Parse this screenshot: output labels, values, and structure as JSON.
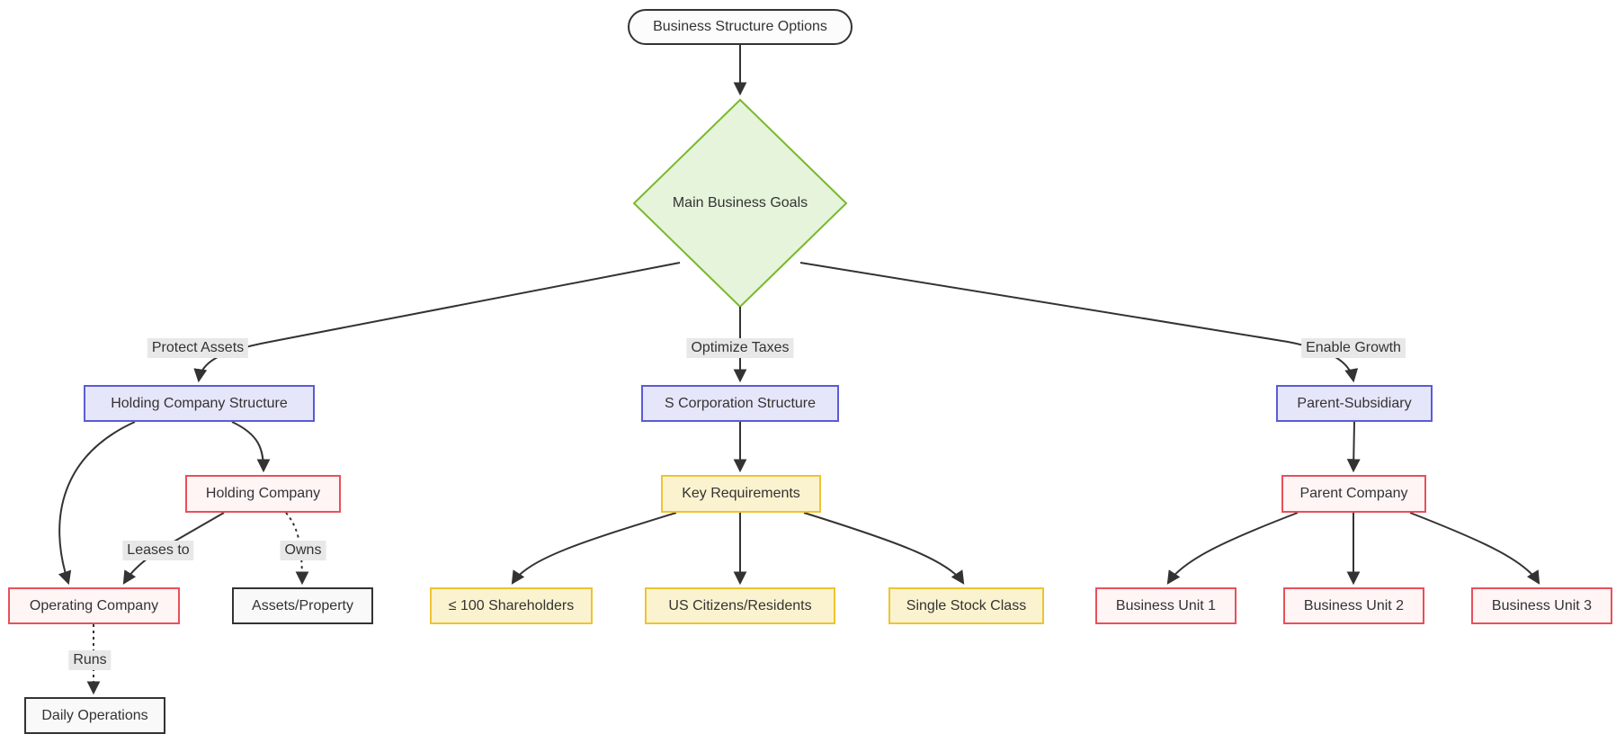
{
  "diagram": {
    "title_node": "Business Structure Options",
    "decision_node": "Main Business Goals",
    "nodes": {
      "holding_structure": "Holding Company Structure",
      "s_corp_structure": "S Corporation Structure",
      "parent_subsidiary": "Parent-Subsidiary",
      "holding_company": "Holding Company",
      "operating_company": "Operating Company",
      "assets_property": "Assets/Property",
      "daily_operations": "Daily Operations",
      "key_requirements": "Key Requirements",
      "shareholders": "≤ 100 Shareholders",
      "us_citizens": "US Citizens/Residents",
      "single_stock": "Single Stock Class",
      "parent_company": "Parent Company",
      "business_unit_1": "Business Unit 1",
      "business_unit_2": "Business Unit 2",
      "business_unit_3": "Business Unit 3"
    },
    "edge_labels": {
      "protect_assets": "Protect Assets",
      "optimize_taxes": "Optimize Taxes",
      "enable_growth": "Enable Growth",
      "leases_to": "Leases to",
      "owns": "Owns",
      "runs": "Runs"
    },
    "colors": {
      "edge": "#333333",
      "decision_fill": "#e5f4da",
      "decision_stroke": "#7ab82e",
      "structure_fill": "#e6e6fa",
      "structure_stroke": "#5b5bd6",
      "entity_fill": "#fff5f5",
      "entity_stroke": "#e8505b",
      "requirement_fill": "#fbf3cf",
      "requirement_stroke": "#edc431",
      "neutral_fill": "#f9f9f9",
      "neutral_stroke": "#333333",
      "label_bg": "#e8e8e8"
    }
  }
}
